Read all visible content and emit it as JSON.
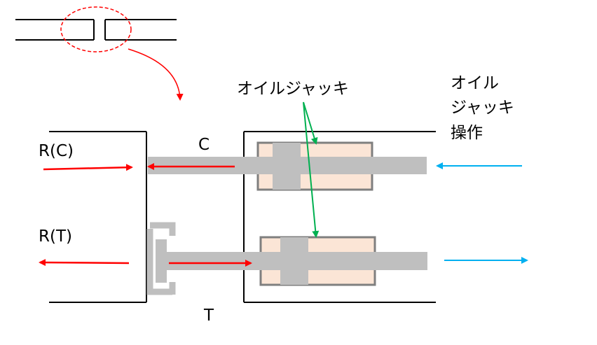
{
  "labels": {
    "r_c": "R(C)",
    "r_t": "R(T)",
    "c": "C",
    "t": "T",
    "oil_jack": "オイルジャッキ",
    "oil_jack_op_line1": "オイル",
    "oil_jack_op_line2": "ジャッキ",
    "oil_jack_op_line3": "操作"
  },
  "colors": {
    "force_arrow": "#ff0000",
    "operation_arrow": "#00b0f0",
    "pointer_arrow": "#00b050",
    "rod": "#bfbfbf",
    "jack_fill": "#fbe5d6",
    "jack_border": "#7f7f7f",
    "frame_line": "#000000",
    "detail_circle": "#ff0000"
  }
}
